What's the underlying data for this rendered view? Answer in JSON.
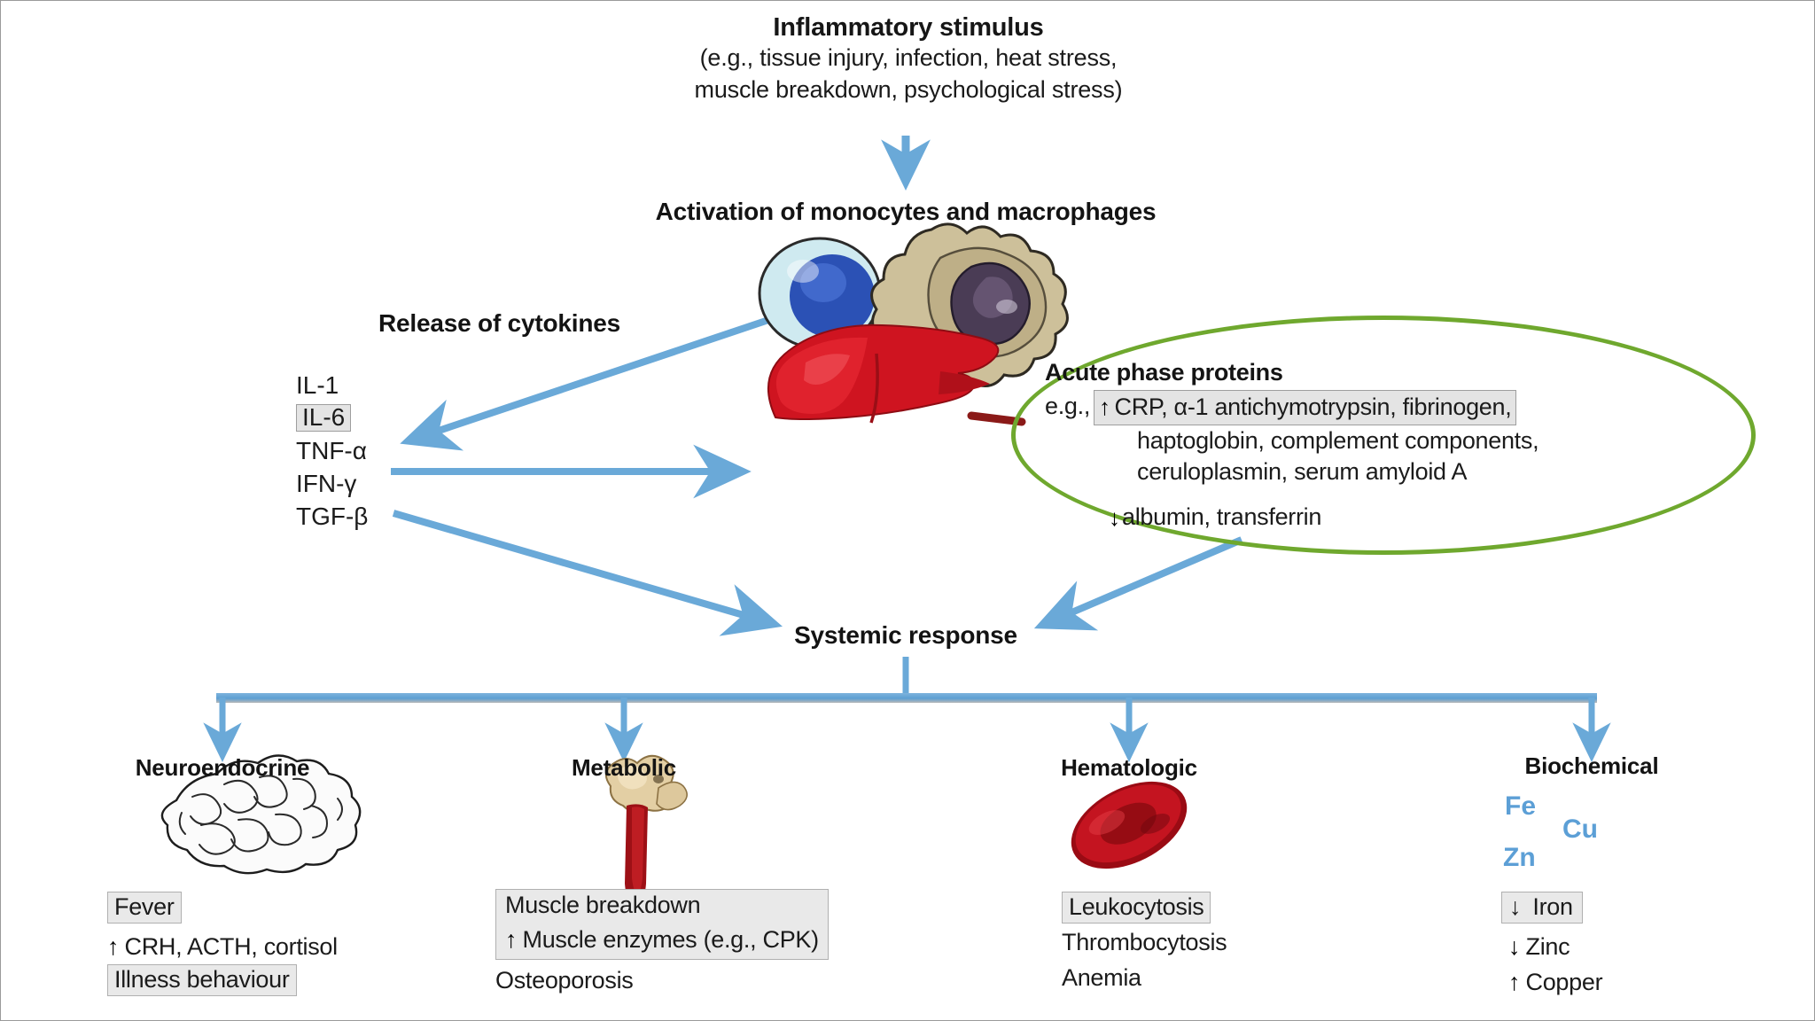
{
  "top": {
    "title": "Inflammatory stimulus",
    "subtitle_lines": [
      "(e.g., tissue injury, infection, heat stress,",
      "muscle breakdown, psychological stress)"
    ]
  },
  "activation": {
    "label": "Activation of monocytes and macrophages"
  },
  "cytokines": {
    "heading": "Release of cytokines",
    "items": [
      {
        "label": "IL-1",
        "boxed": false
      },
      {
        "label": "IL-6",
        "boxed": true
      },
      {
        "label": "TNF-α",
        "boxed": false
      },
      {
        "label": "IFN-γ",
        "boxed": false
      },
      {
        "label": "TGF-β",
        "boxed": false
      }
    ]
  },
  "acute_phase": {
    "title": "Acute phase proteins",
    "eg_prefix": "e.g.,",
    "up_arrow": "↑",
    "down_arrow": "↓",
    "increased_line1": "CRP, α-1 antichymotrypsin, fibrinogen,",
    "increased_line2": "haptoglobin, complement components,",
    "increased_line3": "ceruloplasmin, serum amyloid A",
    "decreased_line": "albumin, transferrin"
  },
  "systemic": {
    "label": "Systemic response"
  },
  "columns": [
    {
      "header": "Neuroendocrine",
      "icon": "brain-icon",
      "entries": [
        {
          "text": "Fever",
          "boxed": true,
          "arrow": ""
        },
        {
          "text": "CRH, ACTH, cortisol",
          "boxed": false,
          "arrow": "↑"
        },
        {
          "text": "Illness behaviour",
          "boxed": true,
          "arrow": ""
        }
      ]
    },
    {
      "header": "Metabolic",
      "icon": "bone-marrow-icon",
      "entries": [
        {
          "text": "Muscle breakdown",
          "boxed": true,
          "arrow": ""
        },
        {
          "text": "Muscle enzymes (e.g., CPK)",
          "boxed": true,
          "arrow": "↑"
        },
        {
          "text": "Osteoporosis",
          "boxed": false,
          "arrow": ""
        }
      ]
    },
    {
      "header": "Hematologic",
      "icon": "red-blood-cell-icon",
      "entries": [
        {
          "text": "Leukocytosis",
          "boxed": true,
          "arrow": ""
        },
        {
          "text": "Thrombocytosis",
          "boxed": false,
          "arrow": ""
        },
        {
          "text": "Anemia",
          "boxed": false,
          "arrow": ""
        }
      ]
    },
    {
      "header": "Biochemical",
      "icon": "trace-elements-icon",
      "elements": [
        "Fe",
        "Cu",
        "Zn"
      ],
      "entries": [
        {
          "text": "Iron",
          "boxed": true,
          "arrow": "↓"
        },
        {
          "text": "Zinc",
          "boxed": false,
          "arrow": "↓"
        },
        {
          "text": "Copper",
          "boxed": false,
          "arrow": "↑"
        }
      ]
    }
  ],
  "colors": {
    "arrow_blue": "#6aa9d8",
    "ellipse_green": "#6fa82e",
    "element_blue": "#5c9fd6",
    "liver_red": "#cc1520",
    "box_fill": "#e7e7e7",
    "box_border": "#a8a8a8"
  }
}
